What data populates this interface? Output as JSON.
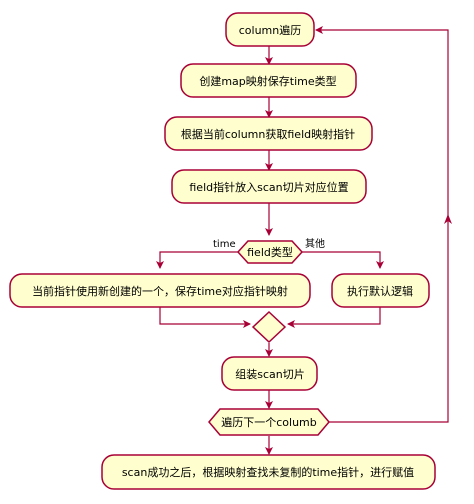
{
  "diagram": {
    "nodes": {
      "column_loop": "column遍历",
      "create_map": "创建map映射保存time类型",
      "get_field_ptr": "根据当前column获取field映射指针",
      "field_ptr_scan": "field指针放入scan切片对应位置",
      "field_type_decision": "field类型",
      "use_new_ptr": "当前指针使用新创建的一个，保存time对应指针映射",
      "default_logic": "执行默认逻辑",
      "assemble_scan": "组装scan切片",
      "next_column": "遍历下一个columb",
      "final_step": "scan成功之后，根据映射查找未复制的time指针，进行赋值"
    },
    "branch_labels": {
      "time": "time",
      "other": "其他"
    },
    "colors": {
      "node_fill": "#fefece",
      "border": "#a80036"
    }
  }
}
